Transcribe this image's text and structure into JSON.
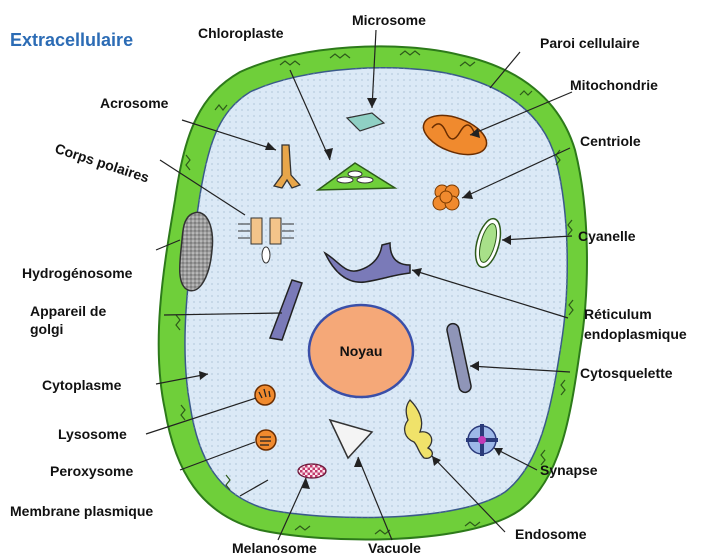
{
  "title": "Extracellulaire",
  "labels": {
    "chloroplaste": "Chloroplaste",
    "microsome": "Microsome",
    "paroi": "Paroi cellulaire",
    "mitochondrie": "Mitochondrie",
    "acrosome": "Acrosome",
    "centriole": "Centriole",
    "corps_polaires": "Corps polaires",
    "cyanelle": "Cyanelle",
    "hydrogenosome": "Hydrogénosome",
    "appareil_l1": "Appareil de",
    "appareil_l2": "golgi",
    "reticulum_l1": "Réticulum",
    "reticulum_l2": "endoplasmique",
    "noyau": "Noyau",
    "cytoplasme": "Cytoplasme",
    "cytosquelette": "Cytosquelette",
    "lysosome": "Lysosome",
    "peroxysome": "Peroxysome",
    "synapse": "Synapse",
    "membrane": "Membrane plasmique",
    "endosome": "Endosome",
    "melanosome": "Melanosome",
    "vacuole": "Vacuole"
  },
  "colors": {
    "title": "#2c6cb5",
    "cell_wall": "#6fcf3a",
    "cytoplasm": "#dbe9f6",
    "nucleus_fill": "#f5a878",
    "nucleus_border": "#3a4fa8",
    "organelle_orange": "#f08a2e",
    "organelle_purple": "#7a7ab8"
  }
}
